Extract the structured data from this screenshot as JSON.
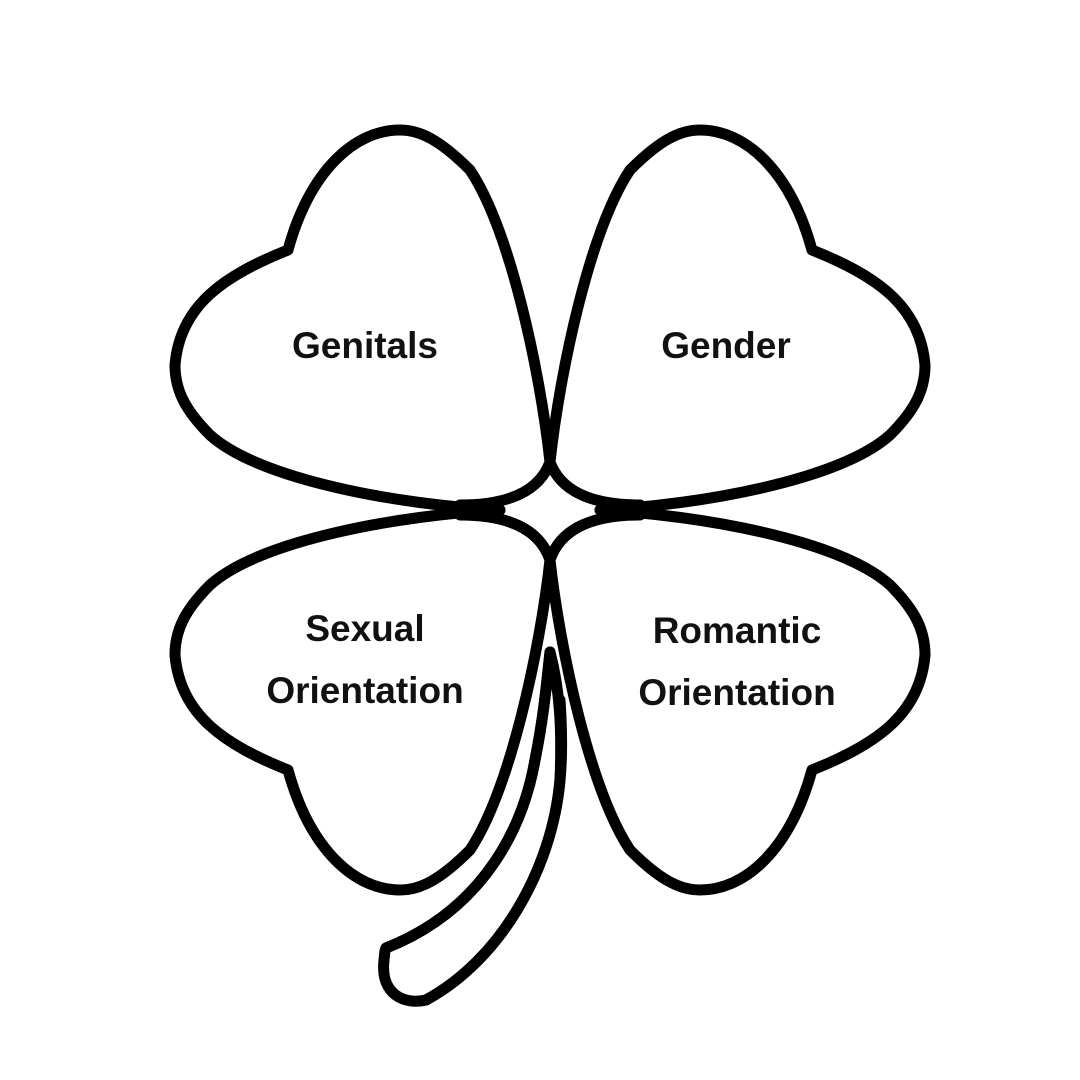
{
  "colors": {
    "background": "#ffffff",
    "outline": "#000000",
    "text": "#111111"
  },
  "leaves": {
    "top_left": {
      "label_lines": [
        "Genitals"
      ]
    },
    "top_right": {
      "label_lines": [
        "Gender"
      ]
    },
    "bottom_left": {
      "label_lines": [
        "Sexual",
        "Orientation"
      ]
    },
    "bottom_right": {
      "label_lines": [
        "Romantic",
        "Orientation"
      ]
    }
  }
}
